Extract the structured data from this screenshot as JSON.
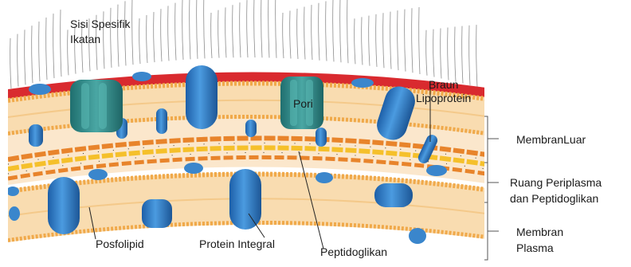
{
  "labels": {
    "binding_site_line1": "Sisi Spesifik",
    "binding_site_line2": "Ikatan",
    "braun_line1": "Braun",
    "braun_line2": "Lipoprotein",
    "pore": "Pori",
    "outer_membrane": "MembranLuar",
    "periplasm_line1": "Ruang Periplasma",
    "periplasm_line2": "dan Peptidoglikan",
    "plasma_line1": "Membran",
    "plasma_line2": "Plasma",
    "phospholipid": "Posfolipid",
    "integral_protein": "Protein Integral",
    "peptidoglycan": "Peptidoglikan"
  },
  "colors": {
    "lps_chain": "#8c8c8c",
    "lps_core": "#d9262c",
    "lipid_head": "#f3b04a",
    "lipid_tail": "#f7d7a3",
    "membrane_core": "#f9dcb0",
    "periplasm": "#fbe6c9",
    "protein_blue": "#2f78c4",
    "porin_teal": "#2f8f8f",
    "peptidoglycan_orange": "#e8842b",
    "peptidoglycan_yellow": "#f5c02b"
  }
}
